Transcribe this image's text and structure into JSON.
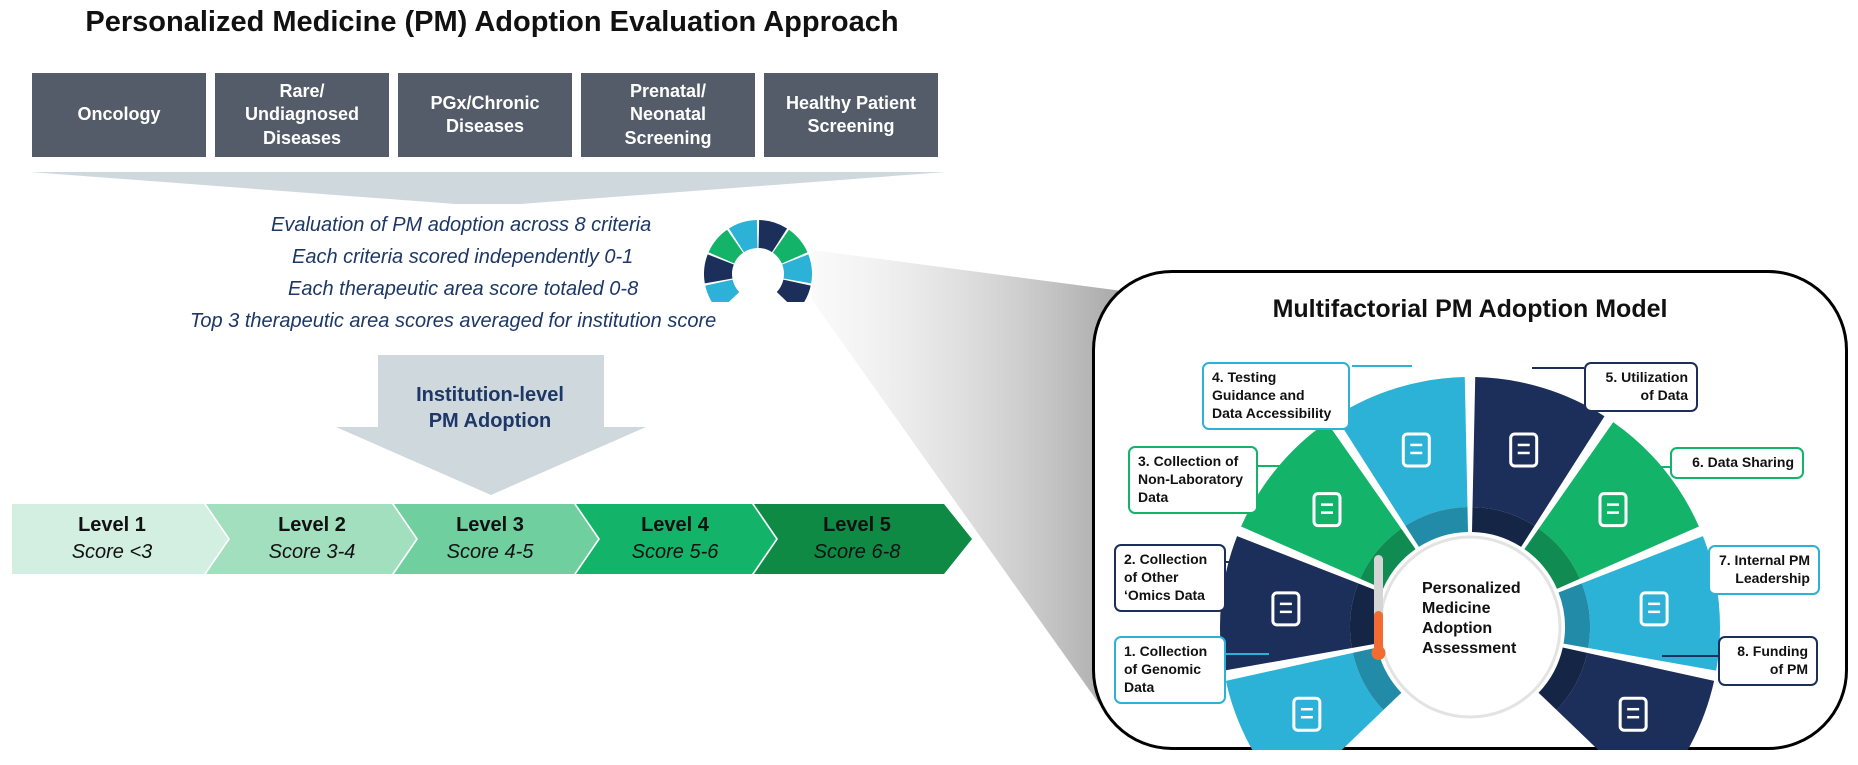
{
  "title": "Personalized Medicine (PM) Adoption Evaluation Approach",
  "therapeutic_areas": [
    "Oncology",
    "Rare/\nUndiagnosed\nDiseases",
    "PGx/Chronic\nDiseases",
    "Prenatal/\nNeonatal\nScreening",
    "Healthy Patient\nScreening"
  ],
  "criteria_lines": [
    "Evaluation  of PM adoption  across  8 criteria",
    "Each criteria  scored independently  0-1",
    "Each therapeutic area score totaled  0-8",
    "Top 3 therapeutic  area scores averaged for institution  score"
  ],
  "institution_label": "Institution-level\nPM Adoption",
  "levels": [
    {
      "title": "Level 1",
      "score": "Score <3",
      "color": "#d3efe1"
    },
    {
      "title": "Level 2",
      "score": "Score 3-4",
      "color": "#a2dfbf"
    },
    {
      "title": "Level 3",
      "score": "Score 4-5",
      "color": "#6fcf9f"
    },
    {
      "title": "Level 4",
      "score": "Score 5-6",
      "color": "#14b36a"
    },
    {
      "title": "Level 5",
      "score": "Score 6-8",
      "color": "#0e8a45"
    }
  ],
  "model": {
    "title": "Multifactorial PM Adoption Model",
    "center_label": "Personalized\nMedicine\nAdoption\nAssessment",
    "criteria": [
      {
        "label": "1. Collection\nof Genomic\nData",
        "color": "#2bb2d6",
        "icon": "dna-icon"
      },
      {
        "label": "2. Collection\nof Other\n‘Omics Data",
        "color": "#1b2f5a",
        "icon": "test-tube-icon"
      },
      {
        "label": "3. Collection of\nNon-Laboratory\nData",
        "color": "#14b36a",
        "icon": "clipboard-icon"
      },
      {
        "label": "4. Testing\nGuidance and\nData Accessibility",
        "color": "#2bb2d6",
        "icon": "computer-icon"
      },
      {
        "label": "5. Utilization\nof Data",
        "color": "#1b2f5a",
        "icon": "bottles-icon"
      },
      {
        "label": "6. Data Sharing",
        "color": "#14b36a",
        "icon": "cloud-sharing-icon"
      },
      {
        "label": "7. Internal PM\nLeadership",
        "color": "#2bb2d6",
        "icon": "doctor-icon"
      },
      {
        "label": "8. Funding\nof PM",
        "color": "#1b2f5a",
        "icon": "money-hand-icon"
      }
    ]
  },
  "colors": {
    "area_box": "#545c69",
    "text_navy": "#1d3766",
    "funnel_gray": "#cfd8dc",
    "thermo_fill": "#f26b32"
  }
}
